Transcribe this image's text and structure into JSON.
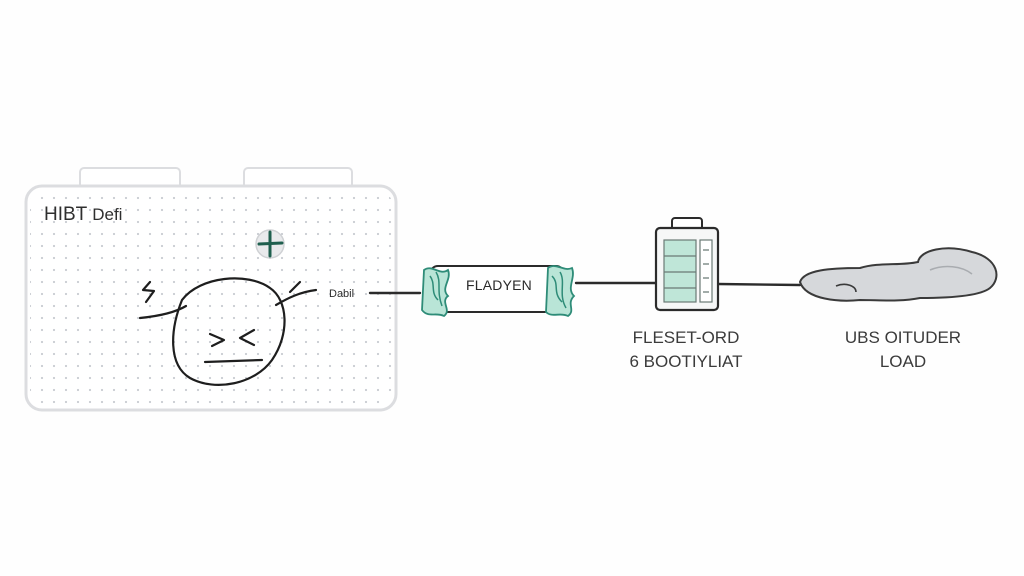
{
  "diagram": {
    "battery": {
      "title_main": "HIBT",
      "title_sub": "Defi",
      "port_label": "Dabil",
      "plus_symbol": "+",
      "side_mark": "5",
      "face_mark": "> <"
    },
    "filter": {
      "label": "FLADYEN"
    },
    "meter": {
      "caption_line1": "FLESET-ORD",
      "caption_line2": "6 BOOTIYLIAT"
    },
    "load": {
      "caption_line1": "UBS OITUDER",
      "caption_line2": "LOAD"
    },
    "colors": {
      "teal_accent": "#7fcfb6",
      "teal_dark": "#2e8c78",
      "outline": "#2b2b2b",
      "grid_dot": "#c9ccd1",
      "cloud_fill": "#d6d8db"
    }
  }
}
